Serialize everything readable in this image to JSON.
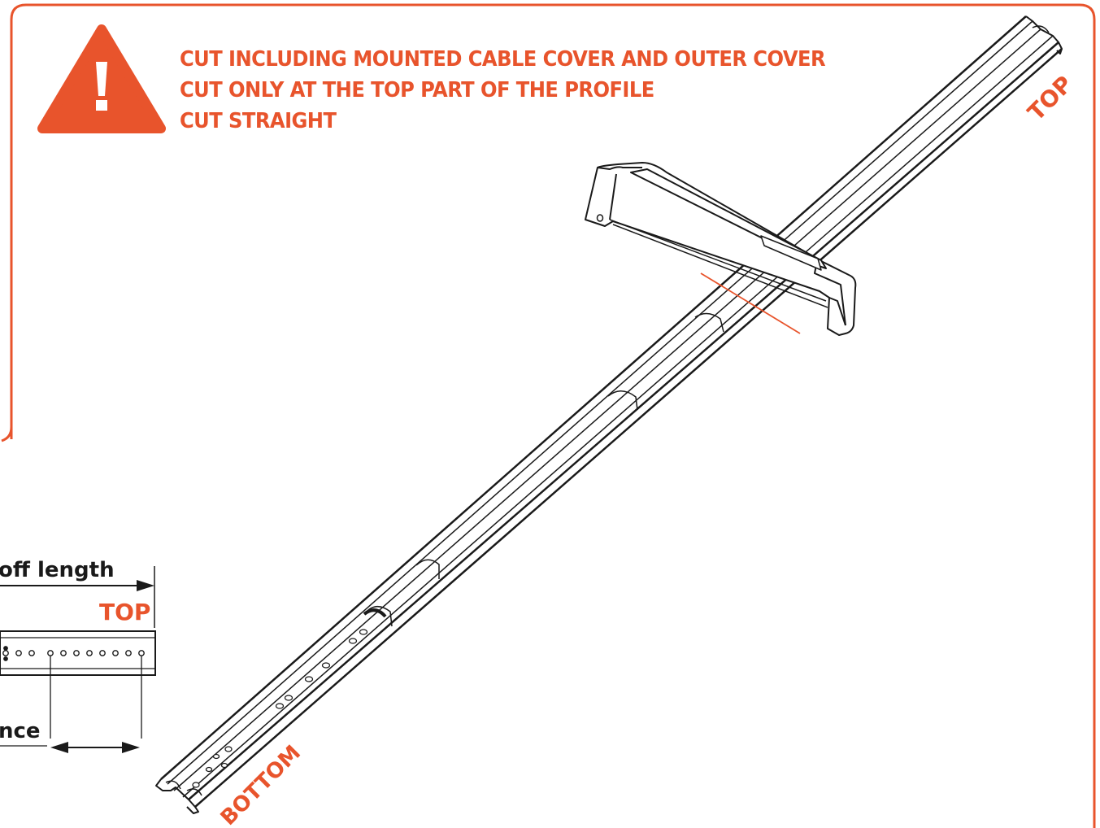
{
  "colors": {
    "accent": "#e8542c",
    "line": "#1a1a1a"
  },
  "warning": {
    "icon": "warning-triangle-icon",
    "lines": [
      "CUT INCLUDING MOUNTED CABLE COVER AND OUTER COVER",
      "CUT ONLY AT THE TOP PART OF THE PROFILE",
      "CUT STRAIGHT"
    ]
  },
  "labels": {
    "profile_top": "TOP",
    "profile_bottom": "BOTTOM"
  },
  "detail": {
    "length_label": "off length",
    "top_label": "TOP",
    "distance_label": "nce"
  },
  "illustration": {
    "tool": "hacksaw-icon"
  }
}
